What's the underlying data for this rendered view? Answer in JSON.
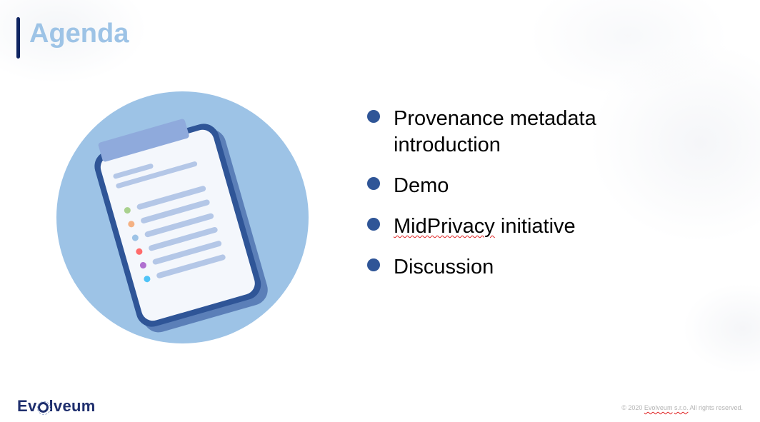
{
  "slide": {
    "title": "Agenda",
    "colors": {
      "title": "#9dc3e6",
      "accent_bar": "#0f2461",
      "bullet": "#2f5597",
      "circle": "#9dc3e6",
      "clipboard_border": "#2f5597",
      "clipboard_clip": "#8faadc"
    },
    "agenda_items": [
      {
        "line1": "Provenance metadata",
        "line2": "introduction"
      },
      {
        "line1": "Demo"
      },
      {
        "word_flagged": "MidPrivacy",
        "rest": " initiative"
      },
      {
        "line1": "Discussion"
      }
    ],
    "illustration": {
      "icon": "clipboard-checklist-icon",
      "dot_colors": [
        "#a9d18e",
        "#f4b183",
        "#9dc3e6",
        "#ff6b6b",
        "#b070d0",
        "#4fc3f7"
      ]
    }
  },
  "footer": {
    "logo_pre": "Ev",
    "logo_post": "lveum",
    "copyright_pre": "© 2020 ",
    "copyright_flag1": "Evolveum",
    "copyright_mid": " ",
    "copyright_flag2": "s.r.o.",
    "copyright_post": " All rights reserved."
  }
}
